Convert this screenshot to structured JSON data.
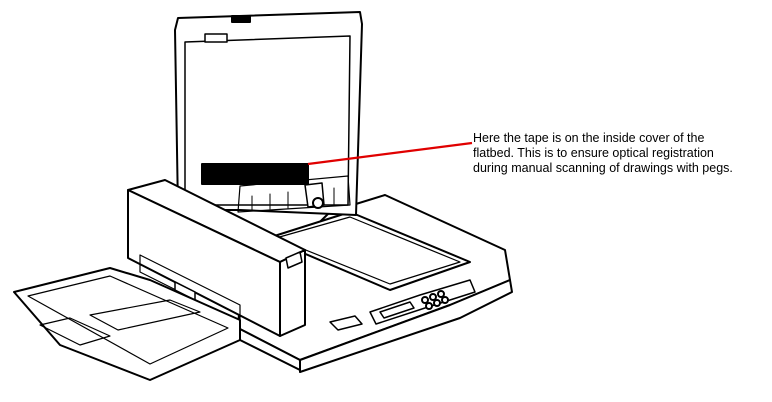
{
  "callout": {
    "lines": [
      "Here the tape is on the inside cover of the",
      "flatbed. This is to ensure optical registration",
      "during manual scanning of drawings with pegs."
    ]
  },
  "colors": {
    "background": "#ffffff",
    "line_art": "#000000",
    "leader_line": "#e00000",
    "tape": "#000000"
  }
}
